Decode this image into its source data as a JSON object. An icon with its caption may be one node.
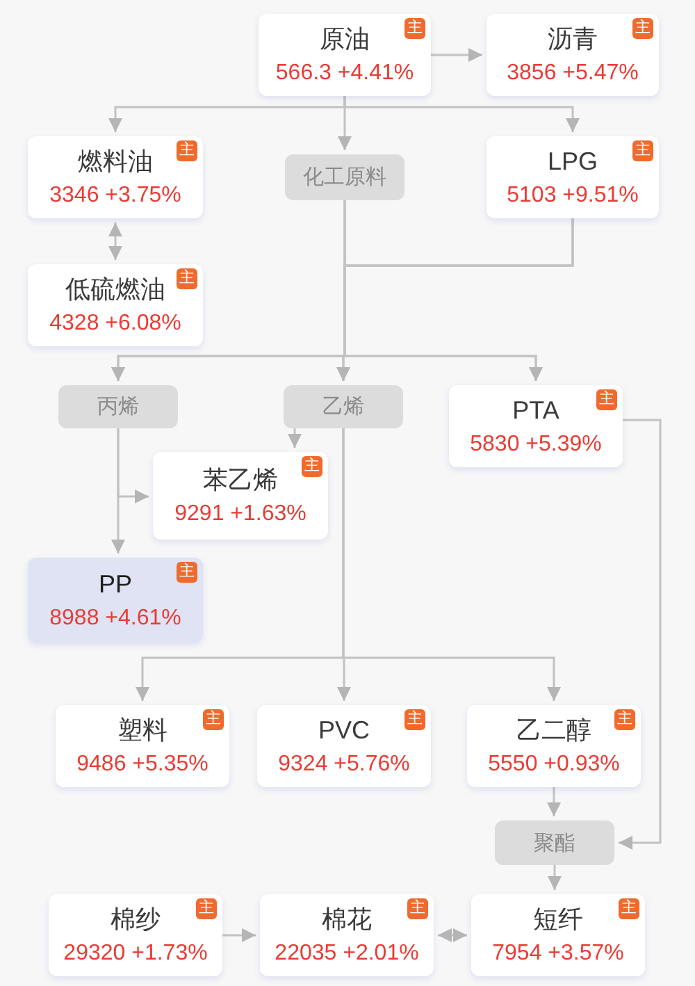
{
  "diagram": {
    "nodes": [
      {
        "text": [
          "原油",
          "主",
          "566.3 +4.41%"
        ]
      },
      {
        "text": [
          "沥青",
          "主",
          "3856 +5.47%"
        ]
      },
      {
        "text": [
          "燃料油",
          "主",
          "3346 +3.75%"
        ]
      },
      {
        "text": [
          "化工原料"
        ]
      },
      {
        "text": [
          "LPG",
          "主",
          "5103 +9.51%"
        ]
      },
      {
        "text": [
          "低硫燃油",
          "主",
          "4328 +6.08%"
        ]
      },
      {
        "text": [
          "丙烯"
        ]
      },
      {
        "text": [
          "乙烯"
        ]
      },
      {
        "text": [
          "PTA",
          "主",
          "5830 +5.39%"
        ]
      },
      {
        "text": [
          "苯乙烯",
          "主",
          "9291 +1.63%"
        ]
      },
      {
        "text": [
          "PP",
          "主",
          "8988 +4.61%"
        ]
      },
      {
        "text": [
          "塑料",
          "主",
          "9486 +5.35%"
        ]
      },
      {
        "text": [
          "PVC",
          "主",
          "9324 +5.76%"
        ]
      },
      {
        "text": [
          "乙二醇",
          "主",
          "5550 +0.93%"
        ]
      },
      {
        "text": [
          "聚酯"
        ]
      },
      {
        "text": [
          "棉纱",
          "主",
          "29320 +1.73%"
        ]
      },
      {
        "text": [
          "棉花",
          "主",
          "22035 +2.01%"
        ]
      },
      {
        "text": [
          "短纤",
          "主",
          "7954 +3.57%"
        ]
      }
    ],
    "edges": [
      {
        "from": 0,
        "to": 1,
        "arrow": "to"
      },
      {
        "from": 0,
        "to": 2,
        "arrow": "to"
      },
      {
        "from": 0,
        "to": 3,
        "arrow": "to"
      },
      {
        "from": 0,
        "to": 4,
        "arrow": "to"
      },
      {
        "from": 2,
        "to": 5,
        "arrow": "both"
      },
      {
        "from": 3,
        "to": 6,
        "arrow": "to"
      },
      {
        "from": 3,
        "to": 7,
        "arrow": "to"
      },
      {
        "from": 3,
        "to": 8,
        "arrow": "to"
      },
      {
        "from": 4,
        "to": 6,
        "arrow": "to"
      },
      {
        "from": 4,
        "to": 7,
        "arrow": "to"
      },
      {
        "from": 4,
        "to": 8,
        "arrow": "to"
      },
      {
        "from": 7,
        "to": 9,
        "arrow": "to"
      },
      {
        "from": 6,
        "to": 10,
        "arrow": "to"
      },
      {
        "from": 6,
        "to": 9,
        "arrow": "to"
      },
      {
        "from": 7,
        "to": 11,
        "arrow": "to"
      },
      {
        "from": 7,
        "to": 12,
        "arrow": "to"
      },
      {
        "from": 7,
        "to": 13,
        "arrow": "to"
      },
      {
        "from": 8,
        "to": 14,
        "arrow": "to"
      },
      {
        "from": 13,
        "to": 14,
        "arrow": "to"
      },
      {
        "from": 14,
        "to": 17,
        "arrow": "to"
      },
      {
        "from": 15,
        "to": 16,
        "arrow": "to"
      },
      {
        "from": 16,
        "to": 17,
        "arrow": "both"
      }
    ]
  }
}
